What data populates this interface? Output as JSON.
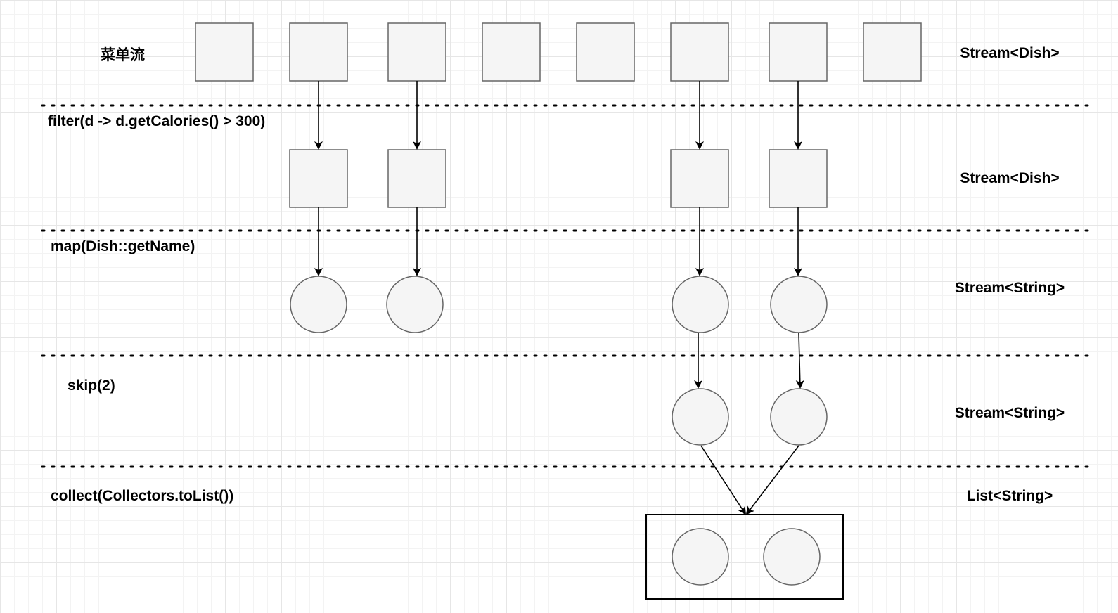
{
  "source": {
    "label": "菜单流",
    "type": "Stream<Dish>"
  },
  "stages": [
    {
      "op": "filter(d -> d.getCalories() > 300)",
      "type": "Stream<Dish>"
    },
    {
      "op": "map(Dish::getName)",
      "type": "Stream<String>"
    },
    {
      "op": "skip(2)",
      "type": "Stream<String>"
    },
    {
      "op": "collect(Collectors.toList())",
      "type": "List<String>"
    }
  ],
  "colors": {
    "shape_fill": "#f5f5f5",
    "shape_stroke": "#666666",
    "line": "#000000",
    "separator": "#000000"
  }
}
